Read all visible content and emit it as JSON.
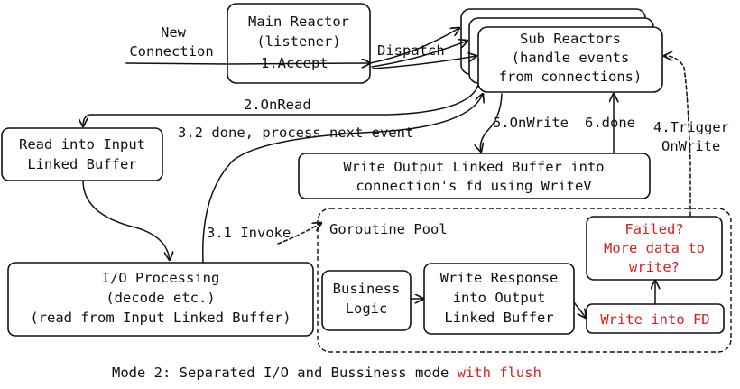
{
  "diagram": {
    "nodes": {
      "main_reactor": [
        "Main Reactor",
        "(listener)"
      ],
      "sub_reactors": [
        "Sub Reactors",
        "(handle events",
        "from connections)"
      ],
      "read_input": [
        "Read into Input",
        "Linked Buffer"
      ],
      "write_output": [
        "Write Output Linked Buffer into",
        "connection's fd using WriteV"
      ],
      "io_processing": [
        "I/O Processing",
        "(decode etc.)",
        "(read from Input Linked Buffer)"
      ],
      "business_logic": [
        "Business",
        "Logic"
      ],
      "write_response": [
        "Write Response",
        "into Output",
        "Linked Buffer"
      ],
      "failed_check": [
        "Failed?",
        "More data to",
        "write?"
      ],
      "write_fd": [
        "Write into FD"
      ]
    },
    "group": {
      "goroutine_pool": "Goroutine Pool"
    },
    "labels": {
      "new_connection": [
        "New",
        "Connection"
      ],
      "accept": "1.Accept",
      "dispatch": "Dispatch",
      "on_read": "2.OnRead",
      "done_next": "3.2 done, process next event",
      "invoke": "3.1 Invoke",
      "on_write": "5.OnWrite",
      "done": "6.done",
      "trigger": [
        "4.Trigger",
        "OnWrite"
      ]
    },
    "caption": {
      "main": "Mode 2: Separated I/O and Bussiness mode ",
      "highlight": "with flush"
    },
    "colors": {
      "ink": "#111111",
      "accent": "#e01b1b"
    }
  }
}
